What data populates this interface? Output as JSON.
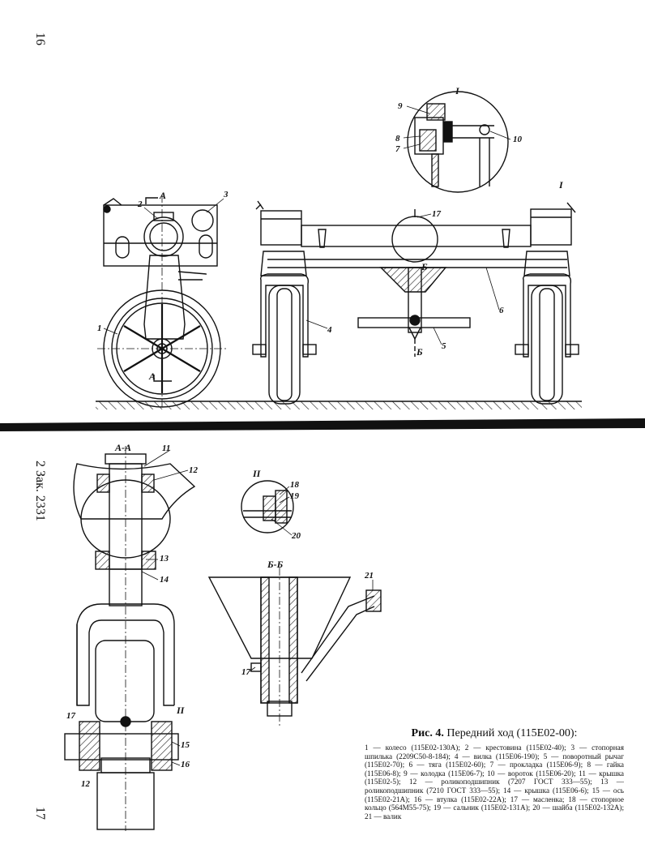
{
  "page_numbers": {
    "top": "16",
    "bottom": "17"
  },
  "print_mark": "2 Зак. 2331",
  "section_labels": {
    "detail_I": "I",
    "detail_II": "II",
    "section_AA": "А-А",
    "section_BB": "Б-Б",
    "cut_A": "А",
    "cut_B": "Б"
  },
  "callouts": [
    "1",
    "2",
    "3",
    "4",
    "5",
    "6",
    "7",
    "8",
    "9",
    "10",
    "11",
    "12",
    "13",
    "14",
    "15",
    "16",
    "17",
    "18",
    "19",
    "20",
    "21"
  ],
  "caption": {
    "title_prefix": "Рис. 4.",
    "title_rest": "Передний ход (115Е02-00):",
    "body": "1 — колесо (115Е02-130А); 2 — крестовина (115Е02-40); 3 — стопорная шпилька (2209С50-8-184); 4 — вилка (115Е06-190); 5 — поворотный рычаг (115Е02-70); 6 — тяга (115Е02-60); 7 — прокладка (115Е06-9); 8 — гайка (115Е06-8); 9 — колодка (115Е06-7); 10 — вороток (115Е06-20); 11 — крышка (115Е02-5); 12 — роликоподшипник (7207 ГОСТ 333—55); 13 — роликоподшипник (7210 ГОСТ 333—55); 14 — крышка (115Е06-6); 15 — ось (115Е02-21А); 16 — втулка (115Е02-22А); 17 — масленка; 18 — стопорное кольцо (564М55-75); 19 — сальник (115Е02-131А); 20 — шайба (115Е02-132А); 21 — валик"
  }
}
